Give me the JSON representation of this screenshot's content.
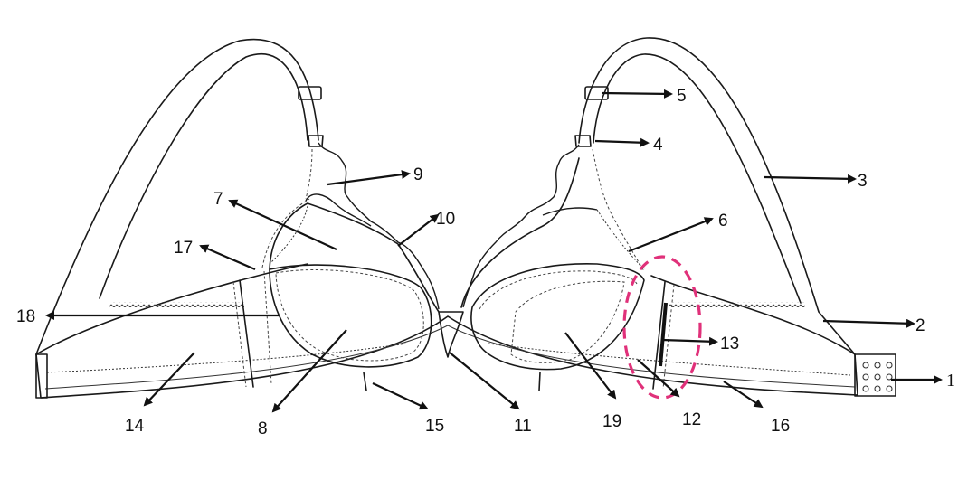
{
  "diagram": {
    "labels": [
      "1",
      "2",
      "3",
      "4",
      "5",
      "6",
      "7",
      "8",
      "9",
      "10",
      "11",
      "12",
      "13",
      "14",
      "15",
      "16",
      "17",
      "18",
      "19"
    ],
    "highlight_color": "#e0317a",
    "line_color": "#1a1a1a"
  }
}
